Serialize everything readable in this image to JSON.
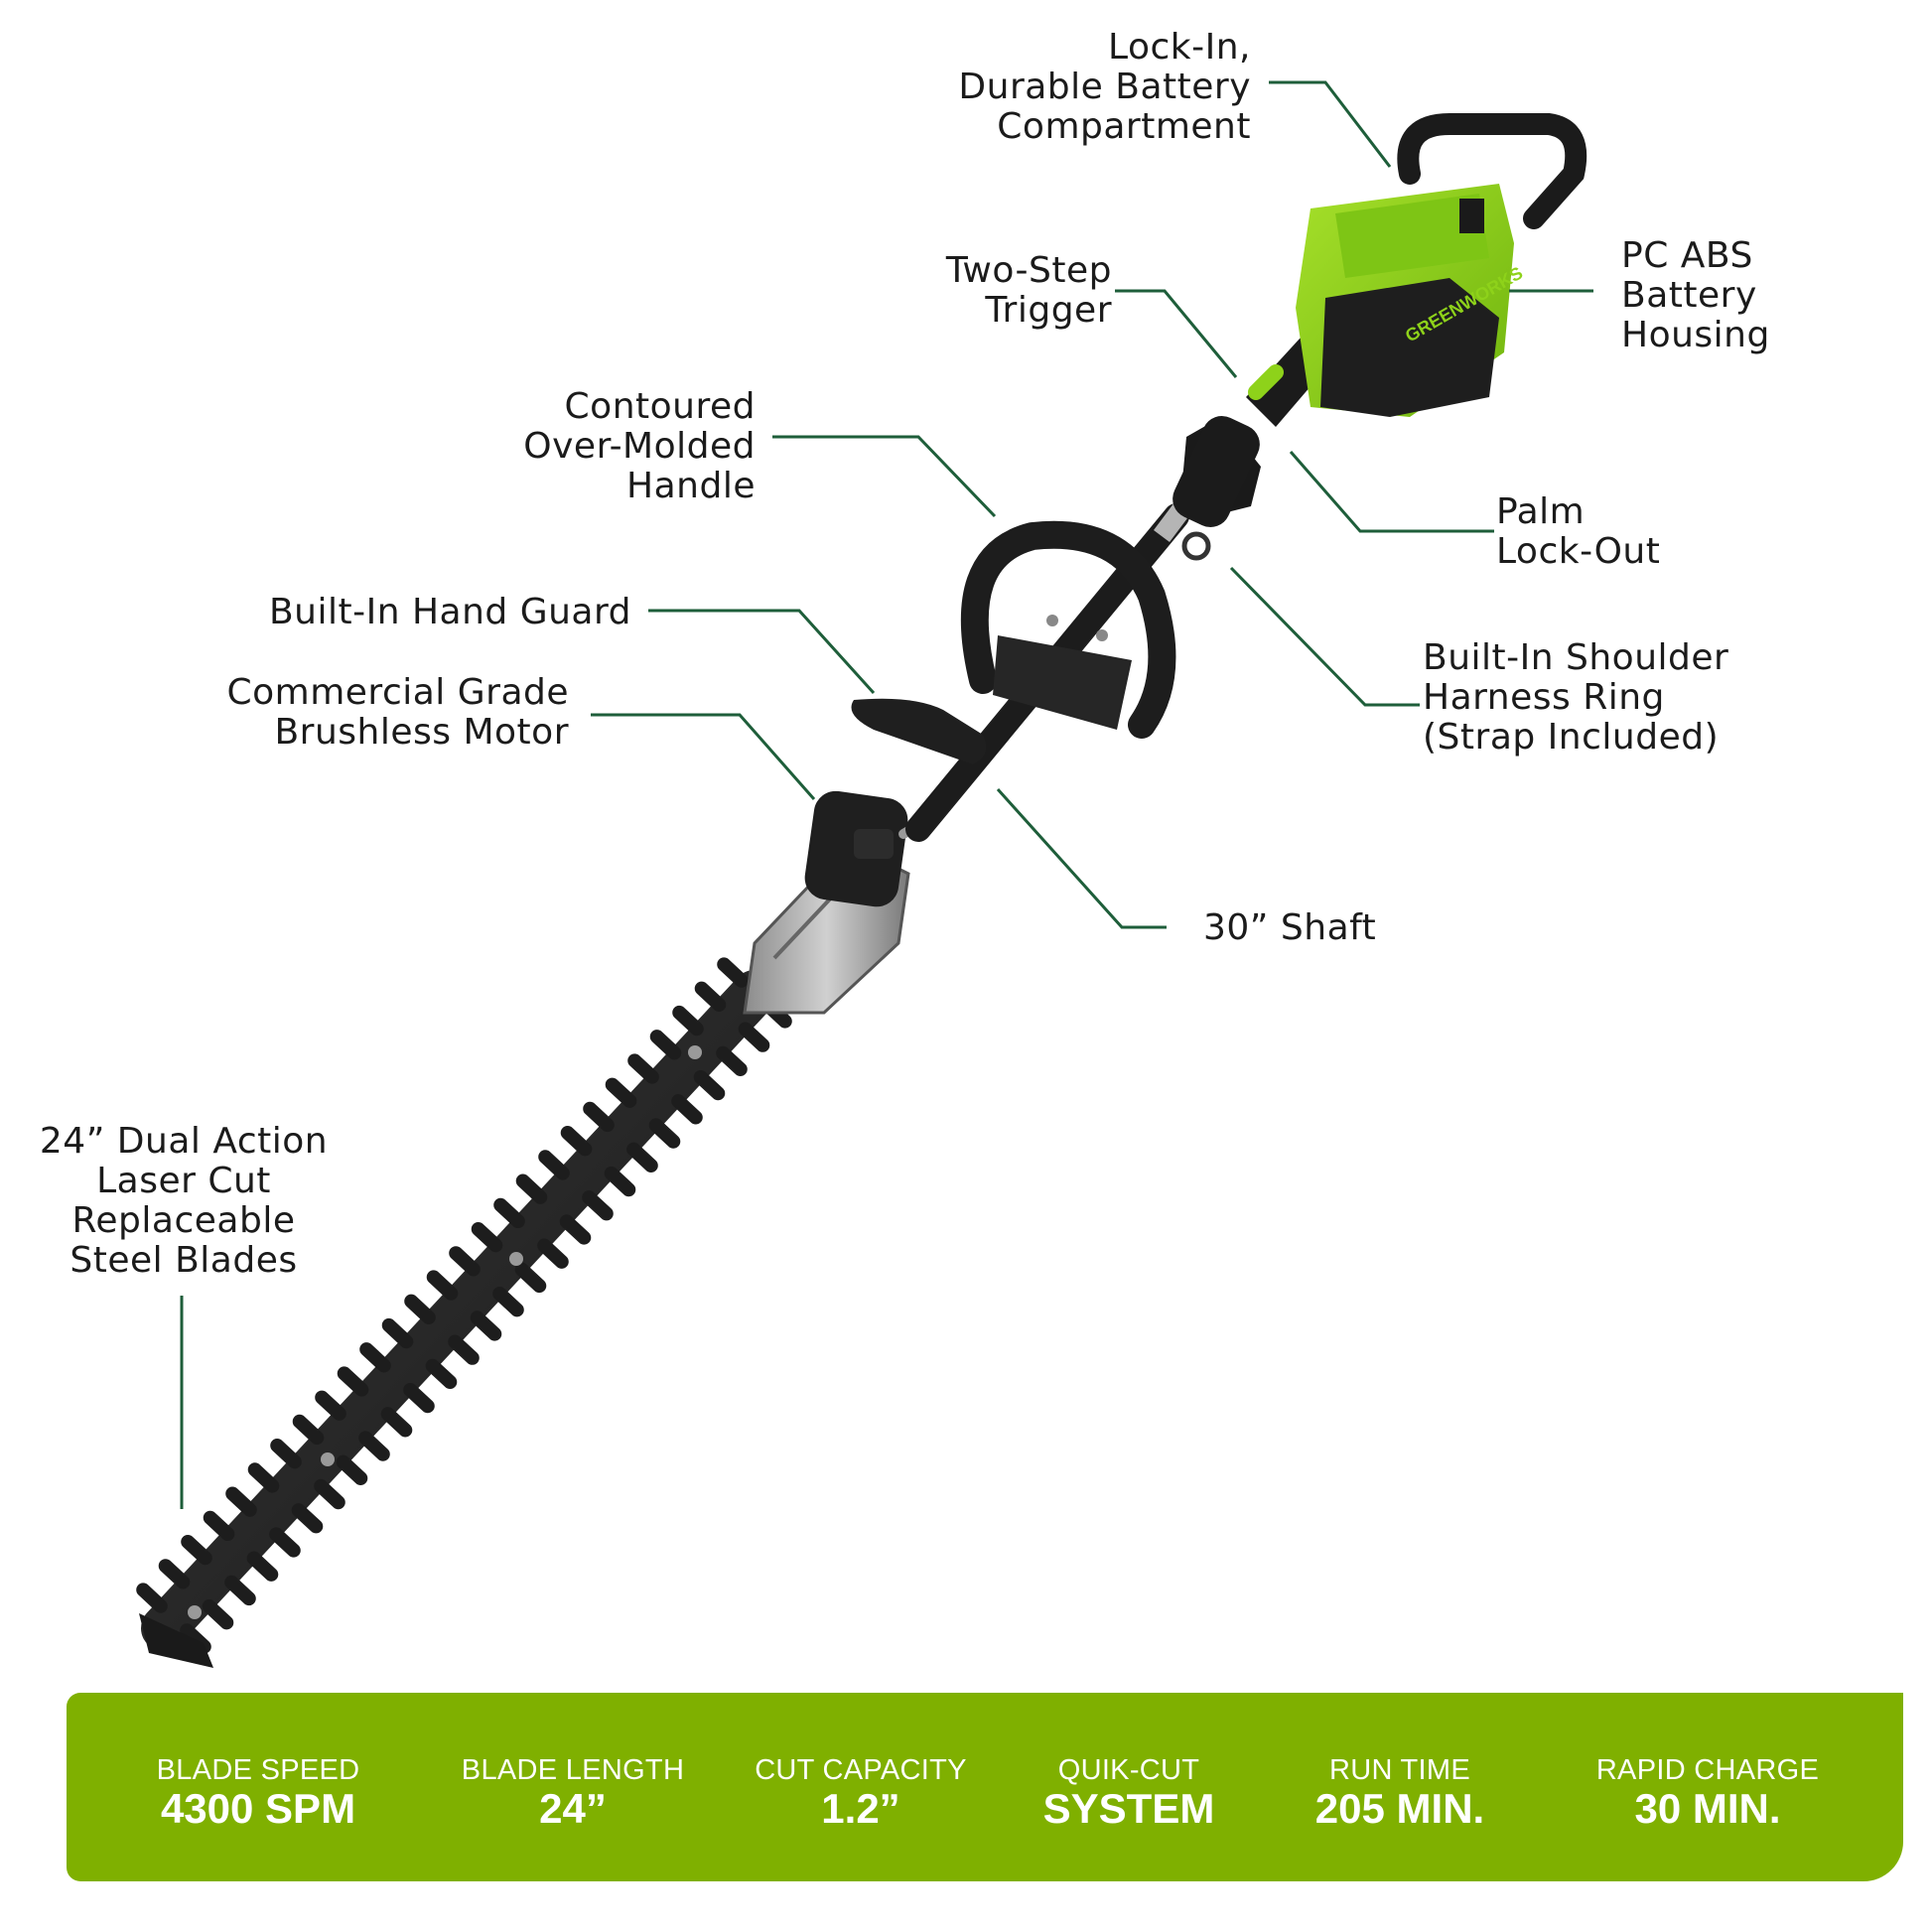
{
  "callouts": {
    "battery_compartment": [
      "Lock-In,",
      "Durable Battery",
      "Compartment"
    ],
    "two_step_trigger": [
      "Two-Step",
      "Trigger"
    ],
    "pc_abs_housing": [
      "PC ABS",
      "Battery",
      "Housing"
    ],
    "overmolded_handle": [
      "Contoured",
      "Over-Molded",
      "Handle"
    ],
    "palm_lockout": [
      "Palm",
      "Lock-Out"
    ],
    "hand_guard": [
      "Built-In Hand Guard"
    ],
    "harness_ring": [
      "Built-In Shoulder",
      "Harness Ring",
      "(Strap Included)"
    ],
    "motor": [
      "Commercial Grade",
      "Brushless Motor"
    ],
    "shaft": [
      "30” Shaft"
    ],
    "blades": [
      "24” Dual Action",
      "Laser Cut",
      "Replaceable",
      "Steel Blades"
    ]
  },
  "product_logo": "GREENWORKS",
  "specs": [
    {
      "label": "BLADE SPEED",
      "value": "4300 SPM"
    },
    {
      "label": "BLADE LENGTH",
      "value": "24”"
    },
    {
      "label": "CUT CAPACITY",
      "value": "1.2”"
    },
    {
      "label": "QUIK-CUT",
      "value": "SYSTEM"
    },
    {
      "label": "RUN TIME",
      "value": "205 MIN."
    },
    {
      "label": "RAPID CHARGE",
      "value": "30 MIN."
    }
  ],
  "colors": {
    "brand_green": "#7fb000",
    "battery_green": "#8ed21a",
    "leader_line": "#1e5e3a",
    "tool_black": "#1c1c1c"
  }
}
